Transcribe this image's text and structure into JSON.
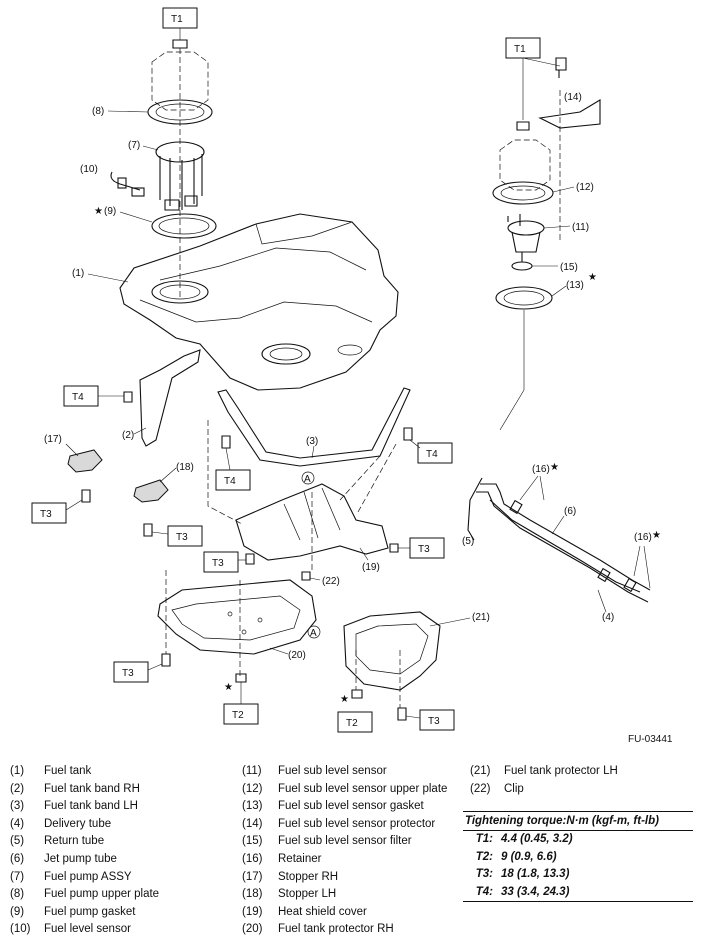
{
  "figure_code": "FU-03441",
  "callouts": {
    "c1": "(1)",
    "c2": "(2)",
    "c3": "(3)",
    "c4": "(4)",
    "c5": "(5)",
    "c6": "(6)",
    "c7": "(7)",
    "c8": "(8)",
    "c9": "(9)",
    "c10": "(10)",
    "c11": "(11)",
    "c12": "(12)",
    "c13": "(13)",
    "c14": "(14)",
    "c15": "(15)",
    "c16a": "(16)",
    "c16b": "(16)",
    "c17": "(17)",
    "c18": "(18)",
    "c19": "(19)",
    "c20": "(20)",
    "c21": "(21)",
    "c22": "(22)",
    "star": "★",
    "refA": "A"
  },
  "torque_tags": {
    "t1": "T1",
    "t2": "T2",
    "t3": "T3",
    "t4": "T4"
  },
  "legend": [
    {
      "num": "(1)",
      "label": "Fuel tank"
    },
    {
      "num": "(2)",
      "label": "Fuel tank band RH"
    },
    {
      "num": "(3)",
      "label": "Fuel tank band LH"
    },
    {
      "num": "(4)",
      "label": "Delivery tube"
    },
    {
      "num": "(5)",
      "label": "Return tube"
    },
    {
      "num": "(6)",
      "label": "Jet pump tube"
    },
    {
      "num": "(7)",
      "label": "Fuel pump ASSY"
    },
    {
      "num": "(8)",
      "label": "Fuel pump upper plate"
    },
    {
      "num": "(9)",
      "label": "Fuel pump gasket"
    },
    {
      "num": "(10)",
      "label": "Fuel level sensor"
    },
    {
      "num": "(11)",
      "label": "Fuel sub level sensor"
    },
    {
      "num": "(12)",
      "label": "Fuel sub level sensor upper plate"
    },
    {
      "num": "(13)",
      "label": "Fuel sub level sensor gasket"
    },
    {
      "num": "(14)",
      "label": "Fuel sub level sensor protector"
    },
    {
      "num": "(15)",
      "label": "Fuel sub level sensor filter"
    },
    {
      "num": "(16)",
      "label": "Retainer"
    },
    {
      "num": "(17)",
      "label": "Stopper RH"
    },
    {
      "num": "(18)",
      "label": "Stopper LH"
    },
    {
      "num": "(19)",
      "label": "Heat shield cover"
    },
    {
      "num": "(20)",
      "label": "Fuel tank protector RH"
    },
    {
      "num": "(21)",
      "label": "Fuel tank protector LH"
    },
    {
      "num": "(22)",
      "label": "Clip"
    }
  ],
  "torque": {
    "title": "Tightening torque:N·m (kgf-m, ft-lb)",
    "rows": [
      {
        "code": "T1:",
        "value": "4.4 (0.45, 3.2)"
      },
      {
        "code": "T2:",
        "value": "9 (0.9, 6.6)"
      },
      {
        "code": "T3:",
        "value": "18 (1.8, 13.3)"
      },
      {
        "code": "T4:",
        "value": "33 (3.4, 24.3)"
      }
    ]
  }
}
